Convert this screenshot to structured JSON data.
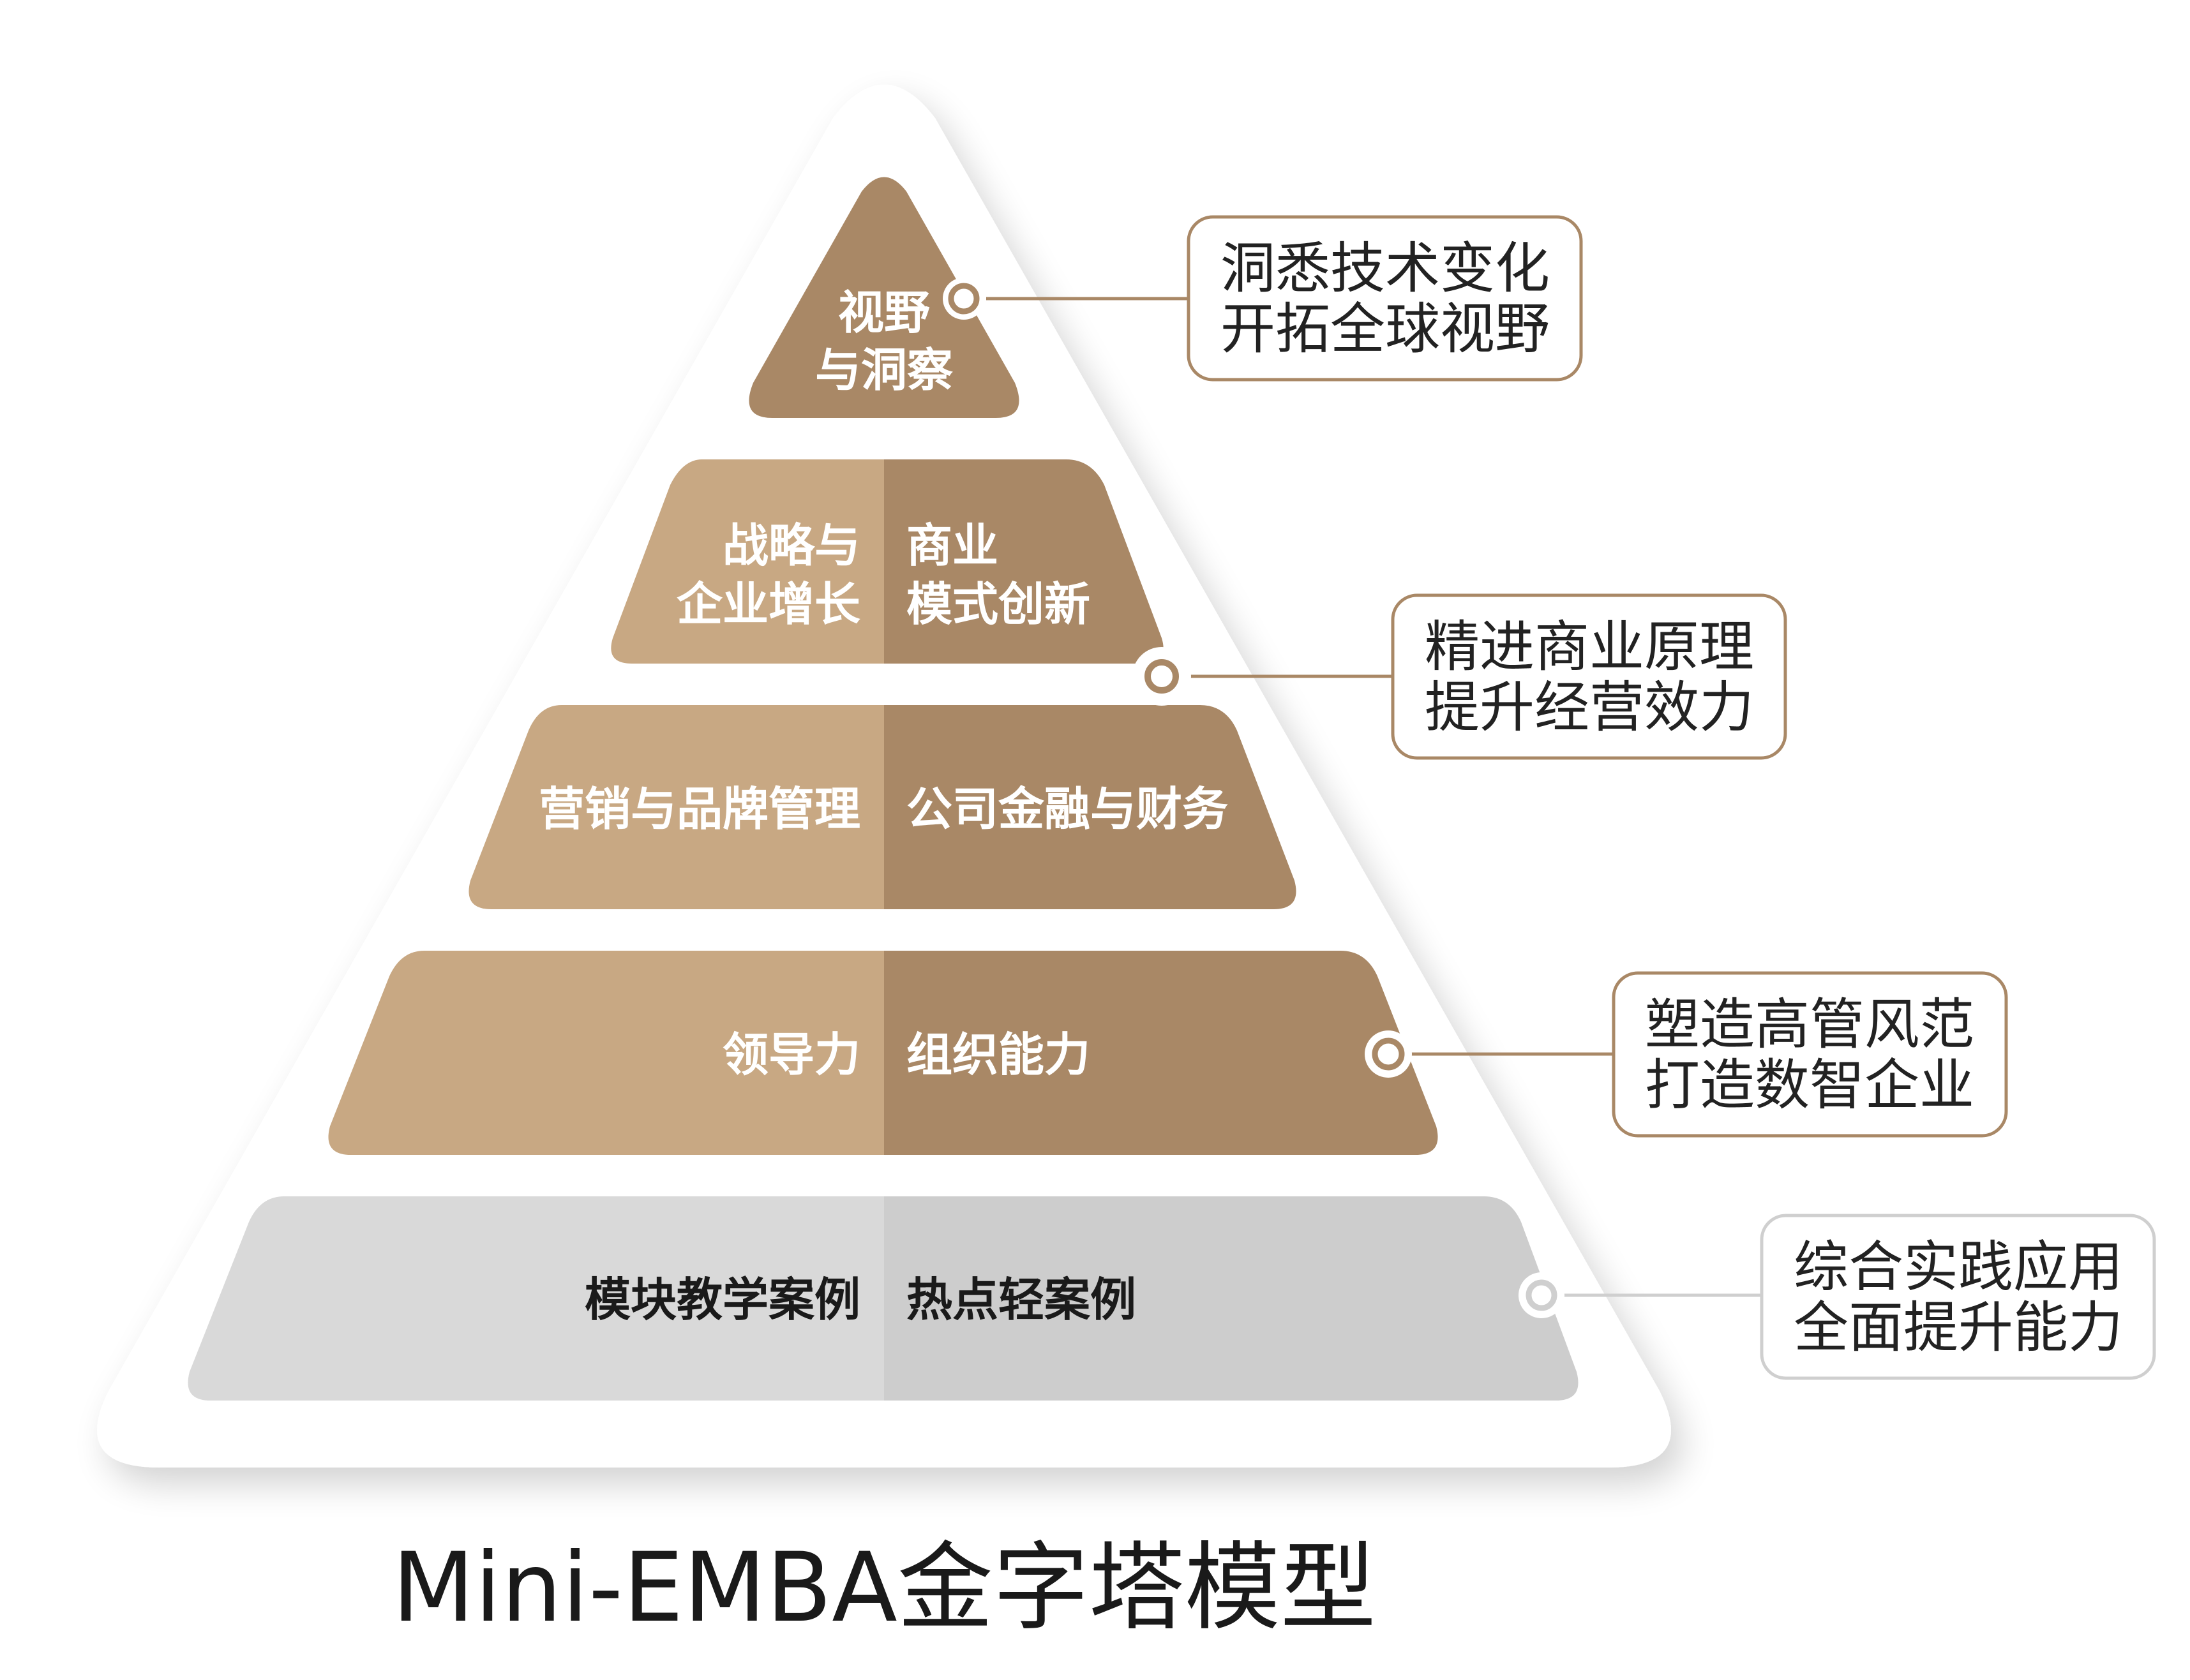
{
  "title": "Mini-EMBA金字塔模型",
  "colors": {
    "light_brown": "#c8a883",
    "dark_brown": "#a98866",
    "light_gray": "#d9d9d9",
    "dark_gray": "#cdcdcd",
    "callout_border_brown": "#a98866",
    "callout_border_gray": "#cfcfcf"
  },
  "tiers": [
    {
      "id": "top",
      "left_lines": [
        "视野",
        "与洞察"
      ],
      "right_lines": []
    },
    {
      "id": "tier2",
      "left_lines": [
        "战略与",
        "企业增长"
      ],
      "right_lines": [
        "商业",
        "模式创新"
      ]
    },
    {
      "id": "tier3",
      "left_lines": [
        "营销与品牌管理"
      ],
      "right_lines": [
        "公司金融与财务"
      ]
    },
    {
      "id": "tier4",
      "left_lines": [
        "领导力"
      ],
      "right_lines": [
        "组织能力"
      ]
    },
    {
      "id": "base",
      "left_lines": [
        "模块教学案例"
      ],
      "right_lines": [
        "热点轻案例"
      ]
    }
  ],
  "callouts": [
    {
      "lines": [
        "洞悉技术变化",
        "开拓全球视野"
      ]
    },
    {
      "lines": [
        "精进商业原理",
        "提升经营效力"
      ]
    },
    {
      "lines": [
        "塑造高管风范",
        "打造数智企业"
      ]
    },
    {
      "lines": [
        "综合实践应用",
        "全面提升能力"
      ]
    }
  ]
}
